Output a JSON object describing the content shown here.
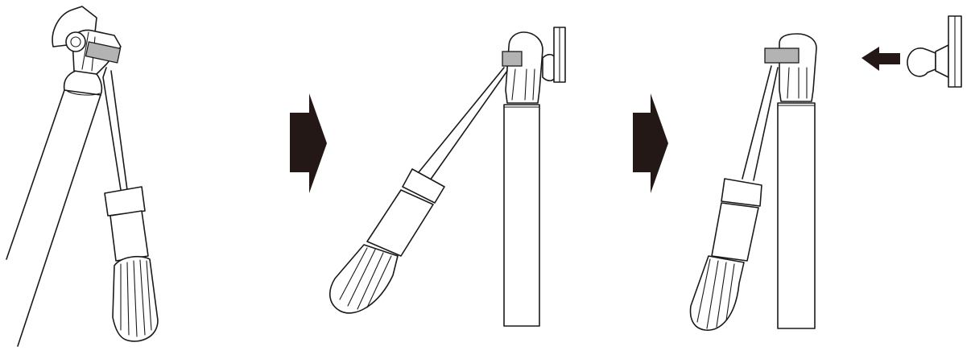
{
  "diagram": {
    "step_count": 3,
    "steps": [
      {
        "tool": "flathead-screwdriver",
        "part": "tripod-head-clip"
      },
      {
        "tool": "flathead-screwdriver",
        "part": "tripod-head-clip"
      },
      {
        "tool": "flathead-screwdriver",
        "part": "tripod-head-clip",
        "removed_part": "ball-head-mount"
      }
    ],
    "colors": {
      "arrow": "#231815",
      "clip": "#b3b3b3",
      "line": "#1a1a1a",
      "background": "#ffffff"
    }
  }
}
